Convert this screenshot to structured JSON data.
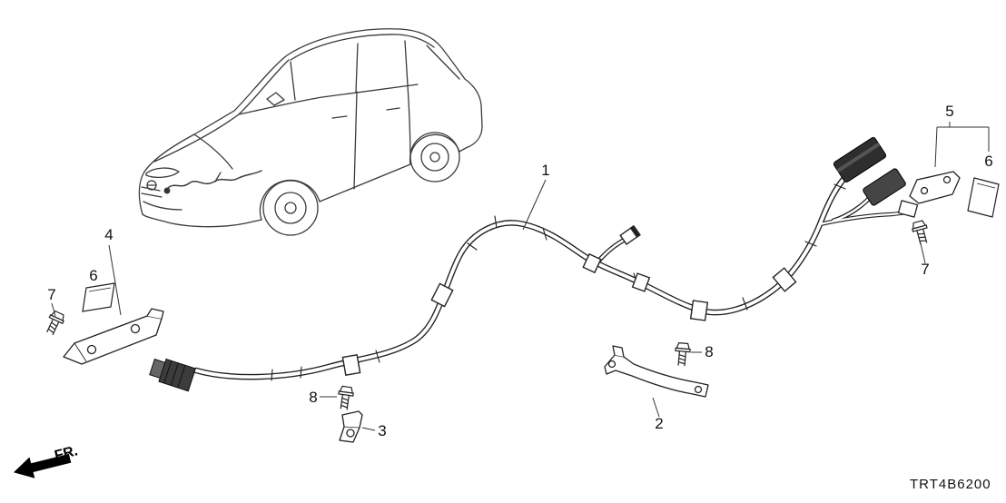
{
  "diagram": {
    "code": "TRT4B6200",
    "fr_label": "FR.",
    "callouts": {
      "c1": "1",
      "c2": "2",
      "c3": "3",
      "c4": "4",
      "c5": "5",
      "c6_left": "6",
      "c6_right": "6",
      "c7_left": "7",
      "c7_right": "7",
      "c8_left": "8",
      "c8_right": "8"
    }
  }
}
